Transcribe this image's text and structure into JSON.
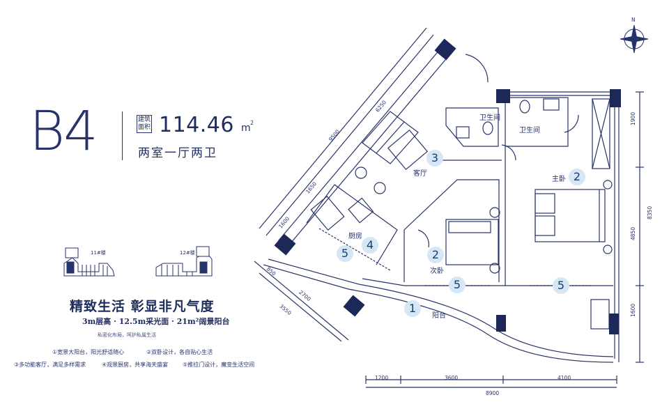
{
  "header": {
    "unit_code": "B4",
    "area_label": "建筑面积",
    "area_value": "114.46",
    "area_unit": "m",
    "area_unit_sup": "2",
    "layout": "两室一厅两卫"
  },
  "keyplan": {
    "building_11": "11#楼",
    "building_12": "12#楼"
  },
  "promo": {
    "slogan": "精致生活 彰显非凡气度",
    "specs": "3m层高 · 12.5m采光面 · 21m²阔景阳台",
    "note": "私密化布局，呵护私属生活"
  },
  "features": [
    "①宽景大阳台，阳光舒适随心",
    "②双卧设计，各自贴心生活",
    "③多功能客厅，满足多样需求",
    "④观景厨房，共享海天盛宴",
    "⑤推拉门设计，魔变生活空间"
  ],
  "rooms": {
    "living": "客厅",
    "kitchen": "厨房",
    "master": "主卧",
    "second": "次卧",
    "bath1": "卫生间",
    "bath2": "卫生间",
    "balcony": "阳台"
  },
  "badges": {
    "balcony": "1",
    "second": "2",
    "master": "2",
    "living": "3",
    "kitchen": "4",
    "door_kitchen": "5",
    "door_second": "5",
    "door_master": "5"
  },
  "dimensions": {
    "bottom_1": "1200",
    "bottom_2": "3600",
    "bottom_3": "4100",
    "bottom_total": "8900",
    "right_1": "1900",
    "right_2": "4850",
    "right_3": "1600",
    "right_total": "8350",
    "diag_1": "6250",
    "diag_2": "9500",
    "diag_3": "1650",
    "diag_4": "1600",
    "diag_5": "850",
    "diag_6": "2700",
    "diag_7": "3550"
  },
  "compass": {
    "north": "N"
  }
}
